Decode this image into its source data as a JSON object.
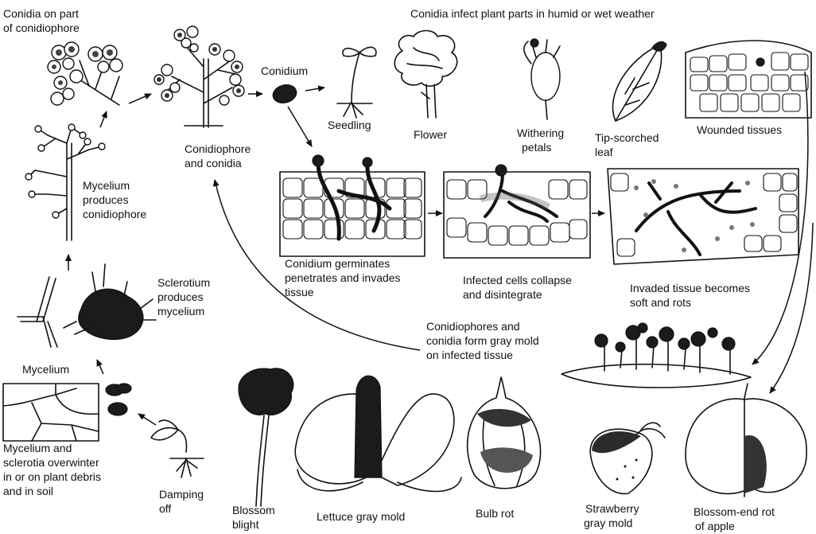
{
  "labels": {
    "conidia_on_part": [
      "Conidia on part",
      "of conidiophore"
    ],
    "infect_title": "Conidia infect plant parts in humid or wet weather",
    "conidium": "Conidium",
    "seedling": "Seedling",
    "flower": "Flower",
    "withering_petals": [
      "Withering",
      "petals"
    ],
    "tip_scorched_leaf": [
      "Tip-scorched",
      "leaf"
    ],
    "wounded_tissues": "Wounded tissues",
    "conidiophore_and_conidia": [
      "Conidiophore",
      "and conidia"
    ],
    "mycelium_produces": [
      "Mycelium",
      "produces",
      "conidiophore"
    ],
    "conidium_germinates": [
      "Conidium germinates",
      "penetrates and invades",
      "tissue"
    ],
    "infected_cells": [
      "Infected cells collapse",
      "and disintegrate"
    ],
    "invaded_tissue": [
      "Invaded tissue becomes",
      "soft and rots"
    ],
    "sclerotium_produces": [
      "Sclerotium",
      "produces",
      "mycelium"
    ],
    "conidiophores_form": [
      "Conidiophores and",
      "conidia form gray mold",
      "on infected tissue"
    ],
    "mycelium": "Mycelium",
    "overwinter": [
      "Mycelium and",
      "sclerotia overwinter",
      "in or on plant debris",
      "and in soil"
    ],
    "damping_off": [
      "Damping",
      "off"
    ],
    "blossom_blight": [
      "Blossom",
      "blight"
    ],
    "lettuce": "Lettuce gray mold",
    "bulb_rot": "Bulb rot",
    "strawberry": [
      "Strawberry",
      "gray mold"
    ],
    "blossom_end_rot": [
      "Blossom-end rot",
      "of apple"
    ]
  }
}
